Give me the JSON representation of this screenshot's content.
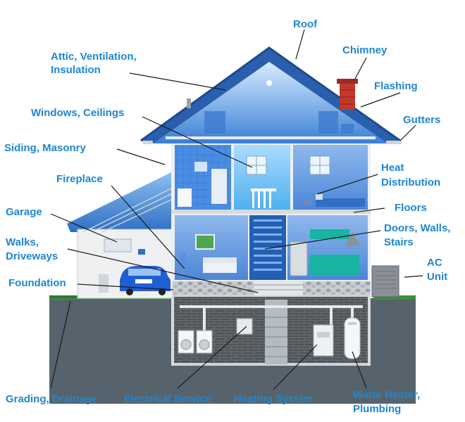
{
  "labels": {
    "roof": "Roof",
    "chimney": "Chimney",
    "attic_1": "Attic, Ventilation,",
    "attic_2": "Insulation",
    "flashing": "Flashing",
    "windows": "Windows, Ceilings",
    "gutters": "Gutters",
    "siding": "Siding, Masonry",
    "heat_1": "Heat",
    "heat_2": "Distribution",
    "fireplace": "Fireplace",
    "floors": "Floors",
    "garage": "Garage",
    "doors_1": "Doors, Walls,",
    "doors_2": "Stairs",
    "walks_1": "Walks,",
    "walks_2": "Driveways",
    "ac_1": "AC",
    "ac_2": "Unit",
    "foundation": "Foundation",
    "grading": "Grading, Drainage",
    "electrical": "Electrical Service",
    "heating": "Heating System",
    "water_1": "Water Heater,",
    "water_2": "Plumbing"
  },
  "colors": {
    "label": "#1f86d1",
    "roof": "#2f6fc4",
    "roof_light": "#5d9be0",
    "wall": "#f0f2f5",
    "ground": "#566570",
    "grass": "#3a8f3a",
    "chimney": "#c0392b",
    "car": "#1f5fd6"
  },
  "icons": [
    "car-icon",
    "chimney-icon",
    "ac-unit-icon",
    "water-heater-icon",
    "furnace-icon",
    "washer-icon",
    "electrical-panel-icon"
  ]
}
